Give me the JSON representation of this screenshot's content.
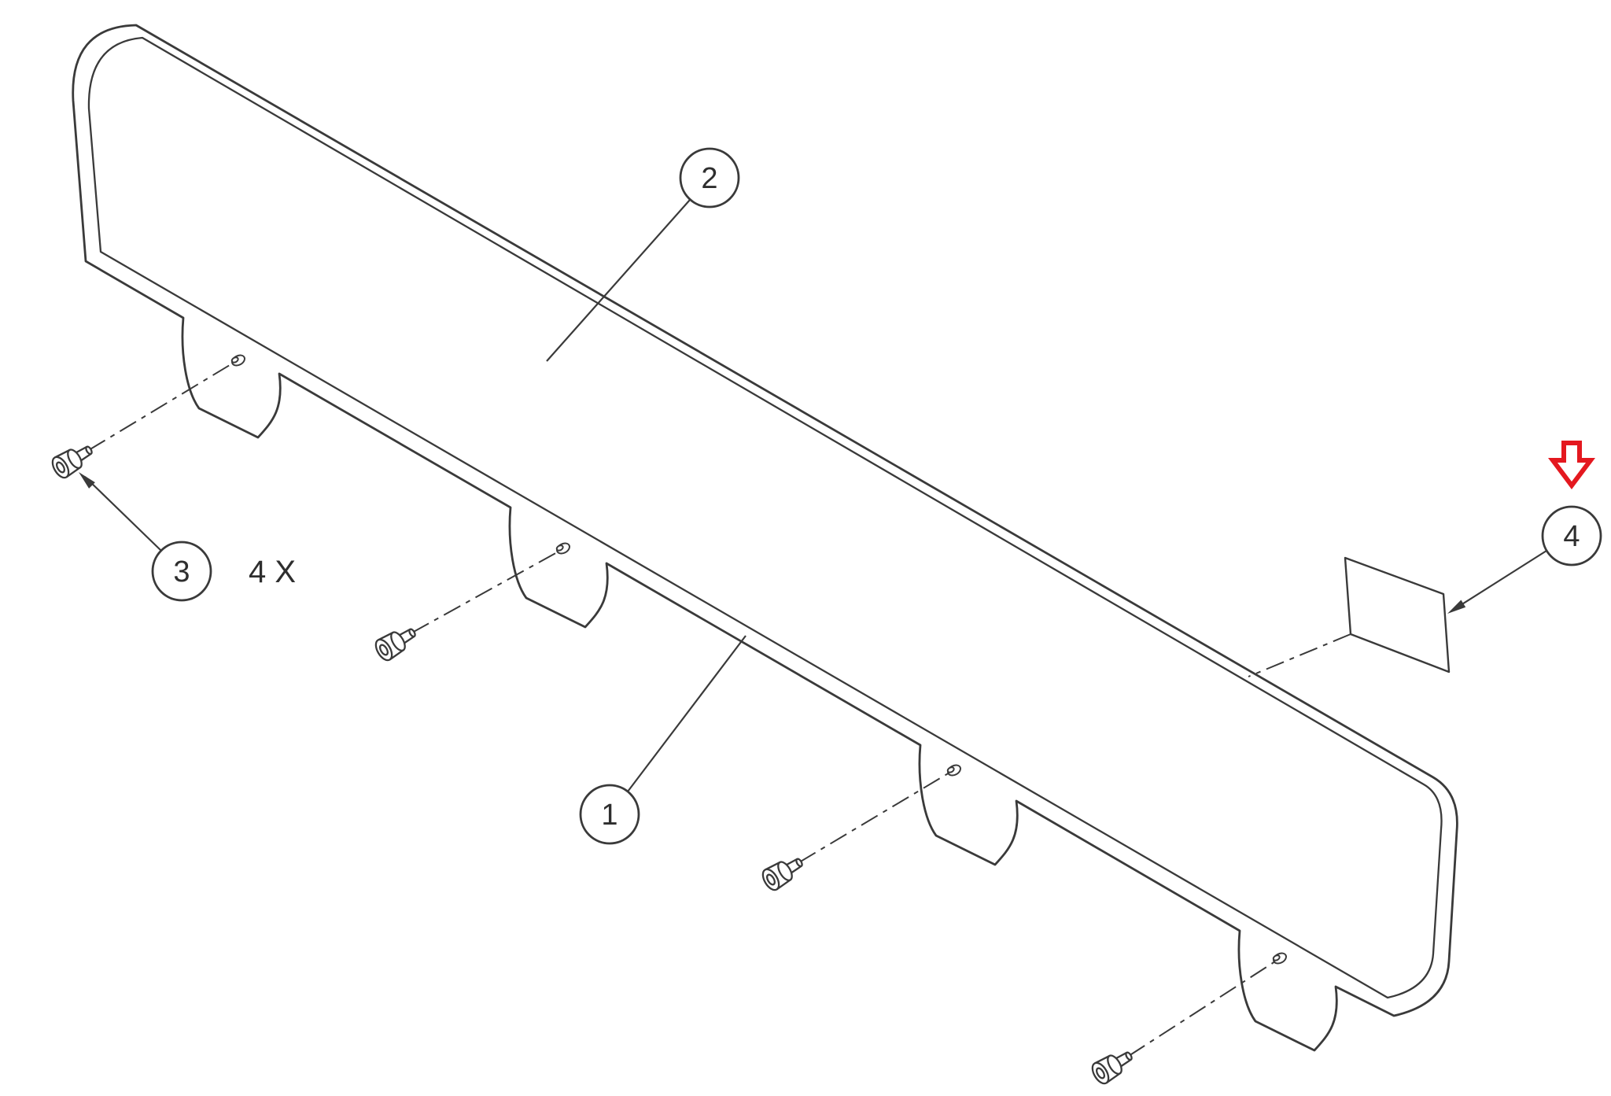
{
  "drawing": {
    "balloons": {
      "b1": {
        "label": "1"
      },
      "b2": {
        "label": "2"
      },
      "b3": {
        "label": "3"
      },
      "b4": {
        "label": "4"
      }
    },
    "quantity_note": "4 X",
    "icons": {
      "highlight": "red-down-block-arrow-icon"
    },
    "colors": {
      "line": "#3a3a3a",
      "accent_red": "#e4181f",
      "background": "#ffffff"
    }
  }
}
